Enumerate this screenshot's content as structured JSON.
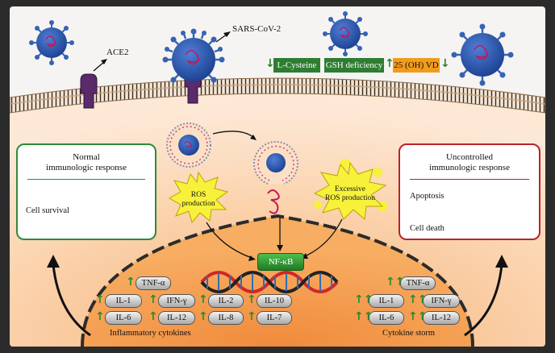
{
  "virus": {
    "name": "SARS-CoV-2",
    "receptor": "ACE2"
  },
  "markers": [
    {
      "label": "L-Cysteine",
      "direction": "down",
      "color": "#2e7d32"
    },
    {
      "label": "GSH deficiency",
      "direction": "up",
      "color": "#2e7d32"
    },
    {
      "label": "25 (OH) VD",
      "direction": "down",
      "color": "#f29b1d"
    }
  ],
  "left_box": {
    "title_line1": "Normal",
    "title_line2": "immunologic response",
    "body": "Cell survival",
    "border_color": "#2e8b3a"
  },
  "right_box": {
    "title_line1": "Uncontrolled",
    "title_line2": "immunologic response",
    "step1": "Apoptosis",
    "step2": "Cell death",
    "border_color": "#b8232b"
  },
  "ros": {
    "normal_line1": "ROS",
    "normal_line2": "production",
    "excessive_line1": "Excessive",
    "excessive_line2": "ROS production"
  },
  "nfkb": "NF-κB",
  "inflammatory": {
    "caption": "Inflammatory cytokines",
    "tnf": "TNF-α",
    "left_col": [
      "IL-1",
      "IL-6"
    ],
    "mid_col": [
      "IFN-γ",
      "IL-12"
    ],
    "center_col1": [
      "IL-2",
      "IL-8"
    ],
    "center_col2": [
      "IL-10",
      "IL-7"
    ]
  },
  "storm": {
    "caption": "Cytokine storm",
    "tnf": "TNF-α",
    "left_col": [
      "IL-1",
      "IL-6"
    ],
    "right_col": [
      "IFN-γ",
      "IL-12"
    ]
  }
}
